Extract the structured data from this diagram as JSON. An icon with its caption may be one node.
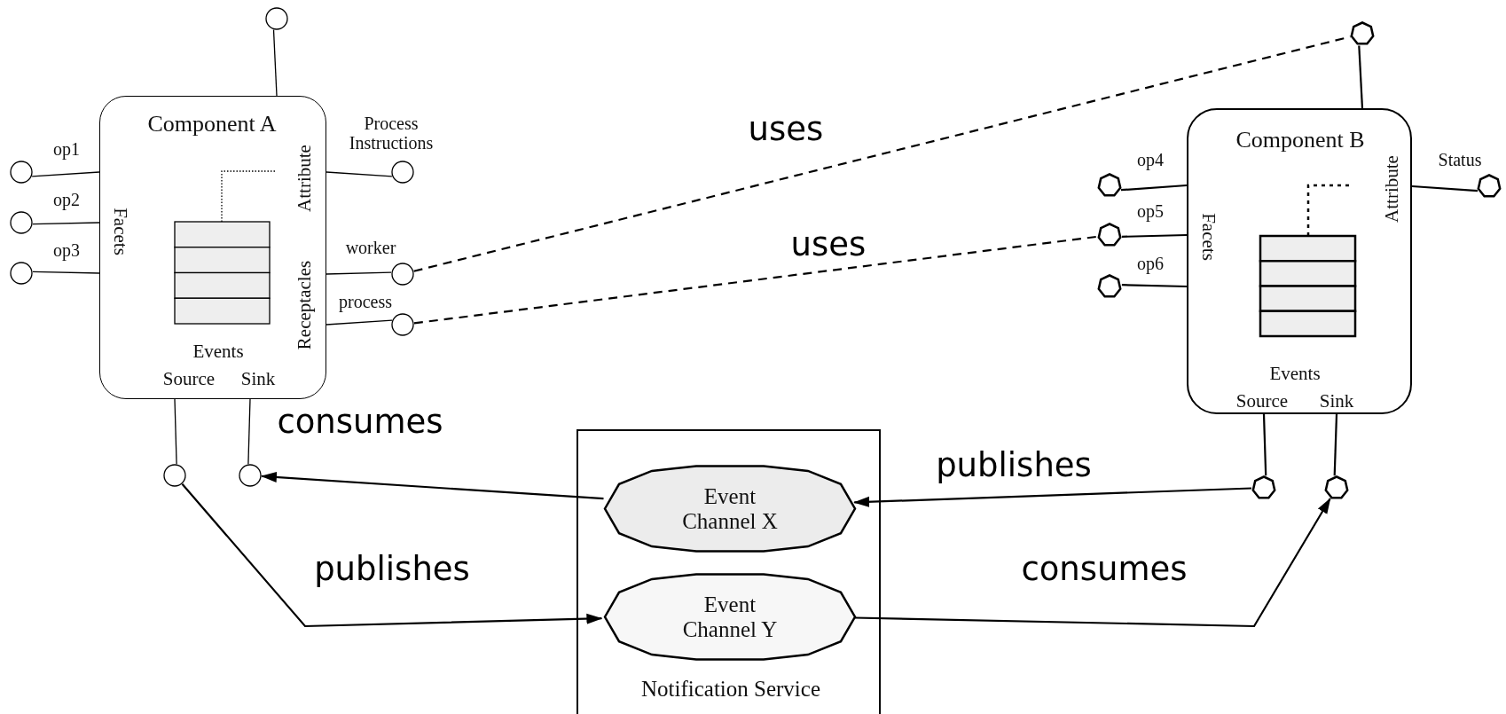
{
  "diagram": {
    "nodes": [
      {
        "text": [
          "Component A",
          "Facets",
          "Attribute",
          "Receptacles",
          "Events",
          "Source",
          "Sink"
        ]
      },
      {
        "text": [],
        "shape": "circle"
      },
      {
        "text": [],
        "shape": "circle",
        "beside": [
          "op1"
        ]
      },
      {
        "text": [],
        "shape": "circle",
        "beside": [
          "op2"
        ]
      },
      {
        "text": [],
        "shape": "circle",
        "beside": [
          "op3"
        ]
      },
      {
        "text": [],
        "shape": "circle",
        "beside": [
          "Process Instructions"
        ]
      },
      {
        "text": [],
        "shape": "circle",
        "beside": [
          "worker"
        ]
      },
      {
        "text": [],
        "shape": "circle",
        "beside": [
          "process"
        ]
      },
      {
        "text": [],
        "shape": "circle"
      },
      {
        "text": [],
        "shape": "circle"
      },
      {
        "text": [
          "Component B",
          "Facets",
          "Attribute",
          "Events",
          "Source",
          "Sink"
        ]
      },
      {
        "text": [],
        "shape": "heptagon"
      },
      {
        "text": [],
        "shape": "heptagon",
        "beside": [
          "op4"
        ]
      },
      {
        "text": [],
        "shape": "heptagon",
        "beside": [
          "op5"
        ]
      },
      {
        "text": [],
        "shape": "heptagon",
        "beside": [
          "op6"
        ]
      },
      {
        "text": [],
        "shape": "heptagon",
        "beside": [
          "Status"
        ]
      },
      {
        "text": [],
        "shape": "heptagon"
      },
      {
        "text": [],
        "shape": "heptagon"
      },
      {
        "text": [
          "Notification Service"
        ]
      },
      {
        "text": [
          "Event Channel X"
        ],
        "in": 18
      },
      {
        "text": [
          "Event Channel Y"
        ],
        "in": 18
      }
    ],
    "edges": [
      {
        "from": 6,
        "to": 11,
        "arrow": "none",
        "label": "uses",
        "style": "dashed"
      },
      {
        "from": 7,
        "to": 13,
        "arrow": "none",
        "label": "uses",
        "style": "dashed"
      },
      {
        "from": 19,
        "to": 9,
        "arrow": "to",
        "label": "consumes"
      },
      {
        "from": 16,
        "to": 19,
        "arrow": "to",
        "label": "publishes"
      },
      {
        "from": 8,
        "to": 20,
        "arrow": "to",
        "label": "publishes"
      },
      {
        "from": 20,
        "to": 17,
        "arrow": "to",
        "label": "consumes"
      },
      {
        "from": 0,
        "to": 1,
        "arrow": "none"
      },
      {
        "from": 0,
        "to": 2,
        "arrow": "none"
      },
      {
        "from": 0,
        "to": 3,
        "arrow": "none"
      },
      {
        "from": 0,
        "to": 4,
        "arrow": "none"
      },
      {
        "from": 0,
        "to": 5,
        "arrow": "none"
      },
      {
        "from": 0,
        "to": 6,
        "arrow": "none"
      },
      {
        "from": 0,
        "to": 7,
        "arrow": "none"
      },
      {
        "from": 0,
        "to": 8,
        "arrow": "none"
      },
      {
        "from": 0,
        "to": 9,
        "arrow": "none"
      },
      {
        "from": 10,
        "to": 11,
        "arrow": "none"
      },
      {
        "from": 10,
        "to": 12,
        "arrow": "none"
      },
      {
        "from": 10,
        "to": 13,
        "arrow": "none"
      },
      {
        "from": 10,
        "to": 14,
        "arrow": "none"
      },
      {
        "from": 10,
        "to": 15,
        "arrow": "none"
      },
      {
        "from": 10,
        "to": 16,
        "arrow": "none"
      },
      {
        "from": 10,
        "to": 17,
        "arrow": "none"
      }
    ]
  }
}
